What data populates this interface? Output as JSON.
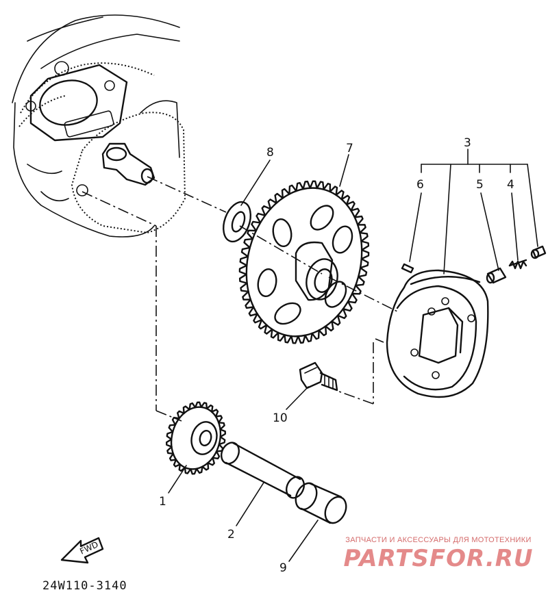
{
  "diagram": {
    "part_code": "24W110-3140",
    "fwd_label": "FWD",
    "callouts": {
      "c1": "1",
      "c2": "2",
      "c3": "3",
      "c4": "4",
      "c5": "5",
      "c6": "6",
      "c7": "7",
      "c8": "8",
      "c9": "9",
      "c10": "10"
    }
  },
  "watermark": {
    "tagline": "ЗАПЧАСТИ И АКСЕССУАРЫ ДЛЯ МОТОТЕХНИКИ",
    "logo": "PARTSFOR.RU",
    "color": "#e48a8a"
  }
}
